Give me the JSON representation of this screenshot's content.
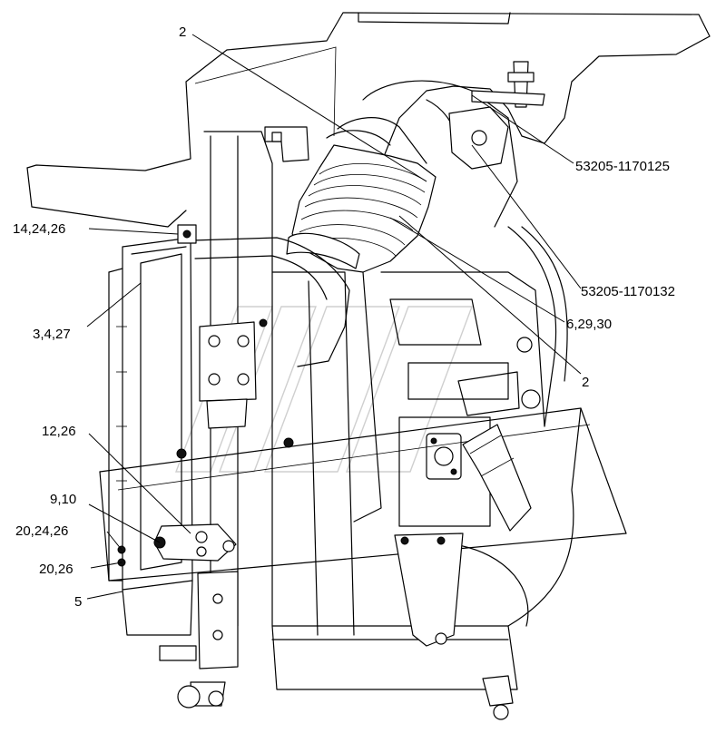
{
  "callouts": [
    {
      "id": "c-2-top",
      "text": "2"
    },
    {
      "id": "c-53205-1170125",
      "text": "53205-1170125"
    },
    {
      "id": "c-14-24-26",
      "text": "14,24,26"
    },
    {
      "id": "c-3-4-27",
      "text": "3,4,27"
    },
    {
      "id": "c-53205-1170132",
      "text": "53205-1170132"
    },
    {
      "id": "c-6-29-30",
      "text": "6,29,30"
    },
    {
      "id": "c-2-right",
      "text": "2"
    },
    {
      "id": "c-12-26",
      "text": "12,26"
    },
    {
      "id": "c-9-10",
      "text": "9,10"
    },
    {
      "id": "c-20-24-26",
      "text": "20,24,26"
    },
    {
      "id": "c-20-26",
      "text": "20,26"
    },
    {
      "id": "c-5",
      "text": "5"
    }
  ]
}
